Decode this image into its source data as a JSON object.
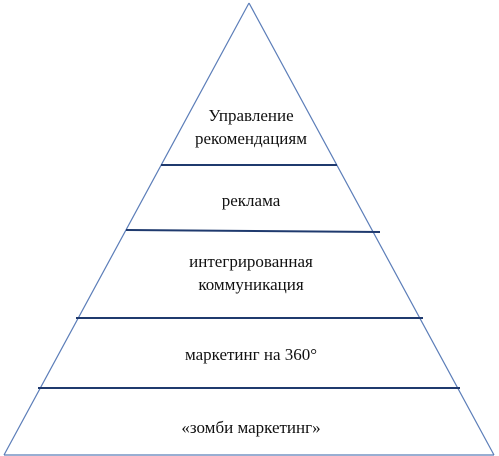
{
  "pyramid": {
    "levels": [
      {
        "id": "top",
        "lines": [
          "Управление",
          "рекомендациям"
        ]
      },
      {
        "id": "ads",
        "lines": [
          "реклама"
        ]
      },
      {
        "id": "integrated",
        "lines": [
          "интегрированная",
          "коммуникация"
        ]
      },
      {
        "id": "m360",
        "lines": [
          "маркетинг на 360°"
        ]
      },
      {
        "id": "zombie",
        "lines": [
          "«зомби маркетинг»"
        ]
      }
    ],
    "colors": {
      "outline": "#5b7db8",
      "divider": "#1f3a6e",
      "text": "#111111"
    }
  }
}
